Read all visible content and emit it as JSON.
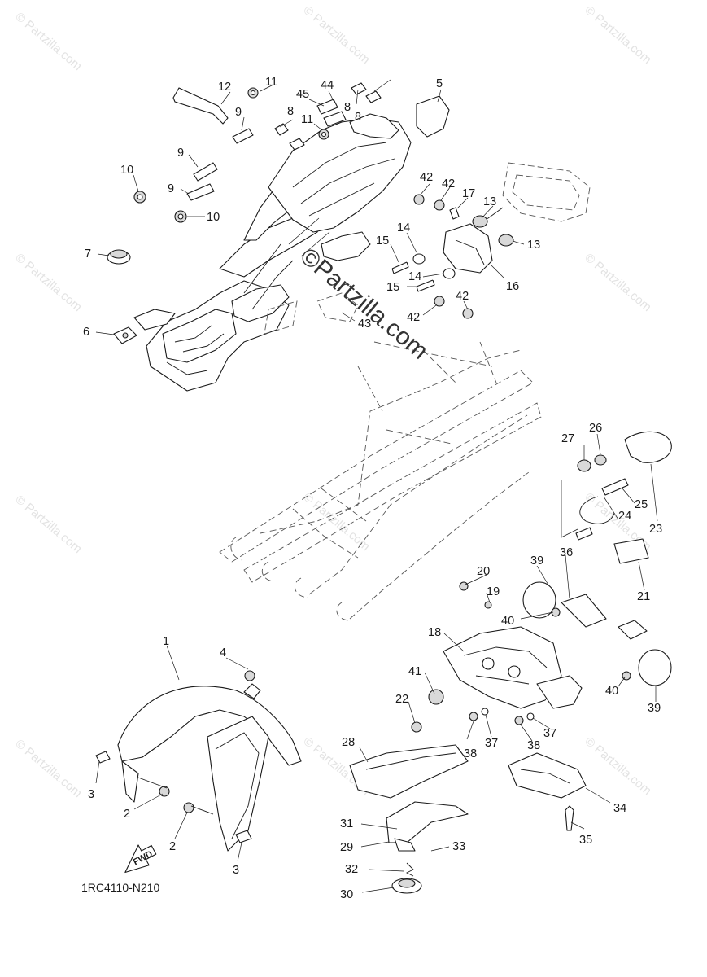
{
  "watermark": {
    "site": "© Partzilla.com",
    "main": "©Partzilla.com"
  },
  "diagram_code": "1RC4110-N210",
  "fwd_label": "FWD",
  "callouts": {
    "c1": "1",
    "c2a": "2",
    "c2b": "2",
    "c3a": "3",
    "c3b": "3",
    "c4": "4",
    "c5": "5",
    "c6": "6",
    "c7": "7",
    "c8a": "8",
    "c8b": "8",
    "c8c": "8",
    "c9a": "9",
    "c9b": "9",
    "c9c": "9",
    "c10a": "10",
    "c10b": "10",
    "c11a": "11",
    "c11b": "11",
    "c12": "12",
    "c13a": "13",
    "c13b": "13",
    "c14a": "14",
    "c14b": "14",
    "c15a": "15",
    "c15b": "15",
    "c16": "16",
    "c17": "17",
    "c18": "18",
    "c19": "19",
    "c20": "20",
    "c21": "21",
    "c22": "22",
    "c23": "23",
    "c24": "24",
    "c25": "25",
    "c26": "26",
    "c27": "27",
    "c28": "28",
    "c29": "29",
    "c30": "30",
    "c31": "31",
    "c32": "32",
    "c33": "33",
    "c34": "34",
    "c35": "35",
    "c36": "36",
    "c37a": "37",
    "c37b": "37",
    "c38a": "38",
    "c38b": "38",
    "c39a": "39",
    "c39b": "39",
    "c40a": "40",
    "c40b": "40",
    "c41": "41",
    "c42a": "42",
    "c42b": "42",
    "c42c": "42",
    "c42d": "42",
    "c43": "43",
    "c44": "44",
    "c45": "45"
  }
}
